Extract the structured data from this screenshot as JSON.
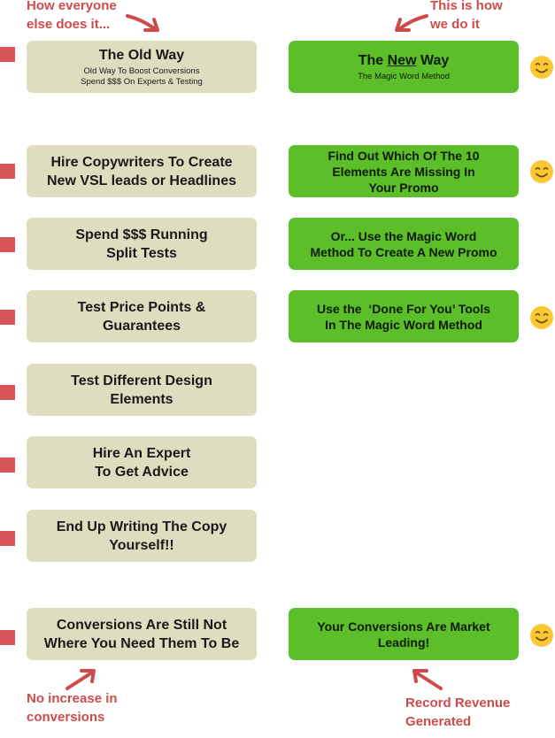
{
  "colors": {
    "callout": "#cf4b4b",
    "old_box": "#deddc0",
    "new_box": "#5cbf2a",
    "marker": "#d95456",
    "smiley": "#f9c834"
  },
  "callouts": {
    "top_left": [
      "How everyone",
      "else does it..."
    ],
    "top_right": [
      "This is how",
      "we do it"
    ],
    "bottom_left": [
      "No increase in",
      "conversions"
    ],
    "bottom_right": [
      "Record Revenue",
      "Generated"
    ]
  },
  "header": {
    "old": {
      "title": "The Old Way",
      "sub": [
        "Old Way To Boost Conversions",
        "Spend $$$ On Experts & Testing"
      ]
    },
    "new": {
      "title_before": "The ",
      "title_emph": "New",
      "title_after": " Way",
      "sub": "The Magic Word Method"
    }
  },
  "old_way_steps": [
    [
      "Hire Copywriters To Create",
      "New VSL leads or Headlines"
    ],
    [
      "Spend $$$ Running",
      "Split Tests"
    ],
    [
      "Test Price Points &",
      "Guarantees"
    ],
    [
      "Test Different Design",
      "Elements"
    ],
    [
      "Hire An Expert",
      "To Get Advice"
    ],
    [
      "End Up Writing The Copy",
      "Yourself!!"
    ]
  ],
  "new_way_steps": [
    [
      "Find Out Which Of The 10",
      "Elements Are Missing In",
      "Your Promo"
    ],
    [
      "Or... Use the Magic Word",
      "Method To Create A New Promo"
    ],
    [
      "Use the  ‘Done For You’ Tools",
      "In The Magic Word Method"
    ]
  ],
  "outcome": {
    "old": [
      "Conversions Are Still Not",
      "Where You Need Them To Be"
    ],
    "new": [
      "Your Conversions Are Market",
      "Leading!"
    ]
  }
}
